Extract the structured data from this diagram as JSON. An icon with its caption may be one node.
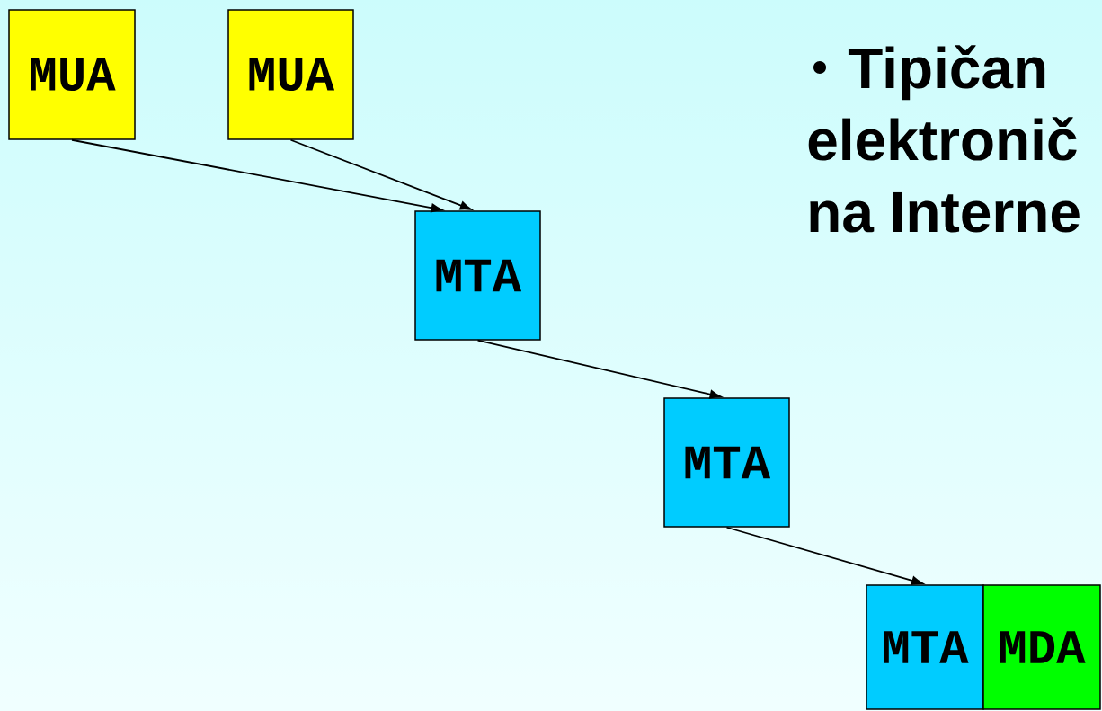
{
  "diagram": {
    "nodes": [
      {
        "text": [
          "MUA"
        ]
      },
      {
        "text": [
          "MUA"
        ]
      },
      {
        "text": [
          "MTA"
        ]
      },
      {
        "text": [
          "MTA"
        ]
      },
      {
        "text": [
          "MTA"
        ]
      },
      {
        "text": [
          "MDA"
        ]
      }
    ],
    "edges": [
      {
        "from": 0,
        "to": 2,
        "arrow": "to"
      },
      {
        "from": 1,
        "to": 2,
        "arrow": "to"
      },
      {
        "from": 2,
        "to": 3,
        "arrow": "to"
      },
      {
        "from": 3,
        "to": 4,
        "arrow": "to"
      }
    ],
    "labels": [
      "Tipičan elektronič na Interne"
    ]
  }
}
